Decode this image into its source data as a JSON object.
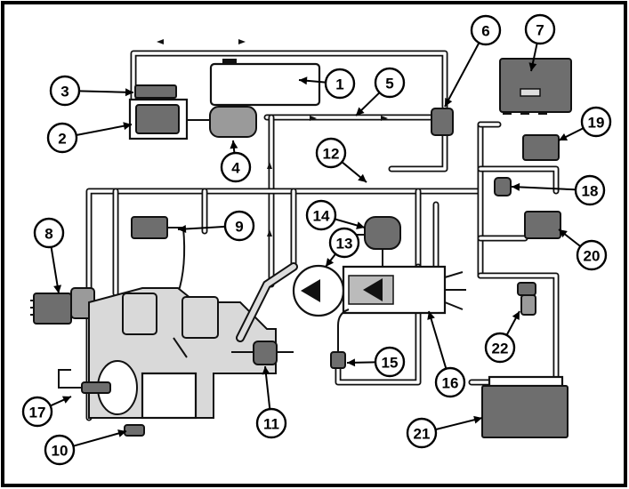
{
  "diagram": {
    "callouts": [
      {
        "id": "1",
        "label": "1"
      },
      {
        "id": "2",
        "label": "2"
      },
      {
        "id": "3",
        "label": "3"
      },
      {
        "id": "4",
        "label": "4"
      },
      {
        "id": "5",
        "label": "5"
      },
      {
        "id": "6",
        "label": "6"
      },
      {
        "id": "7",
        "label": "7"
      },
      {
        "id": "8",
        "label": "8"
      },
      {
        "id": "9",
        "label": "9"
      },
      {
        "id": "10",
        "label": "10"
      },
      {
        "id": "11",
        "label": "11"
      },
      {
        "id": "12",
        "label": "12"
      },
      {
        "id": "13",
        "label": "13"
      },
      {
        "id": "14",
        "label": "14"
      },
      {
        "id": "15",
        "label": "15"
      },
      {
        "id": "16",
        "label": "16"
      },
      {
        "id": "17",
        "label": "17"
      },
      {
        "id": "18",
        "label": "18"
      },
      {
        "id": "19",
        "label": "19"
      },
      {
        "id": "20",
        "label": "20"
      },
      {
        "id": "21",
        "label": "21"
      },
      {
        "id": "22",
        "label": "22"
      }
    ],
    "colors": {
      "line": "#111111",
      "component_fill": "#6e6e6e",
      "engine_fill": "#d9d9d9",
      "background": "#ffffff"
    }
  }
}
